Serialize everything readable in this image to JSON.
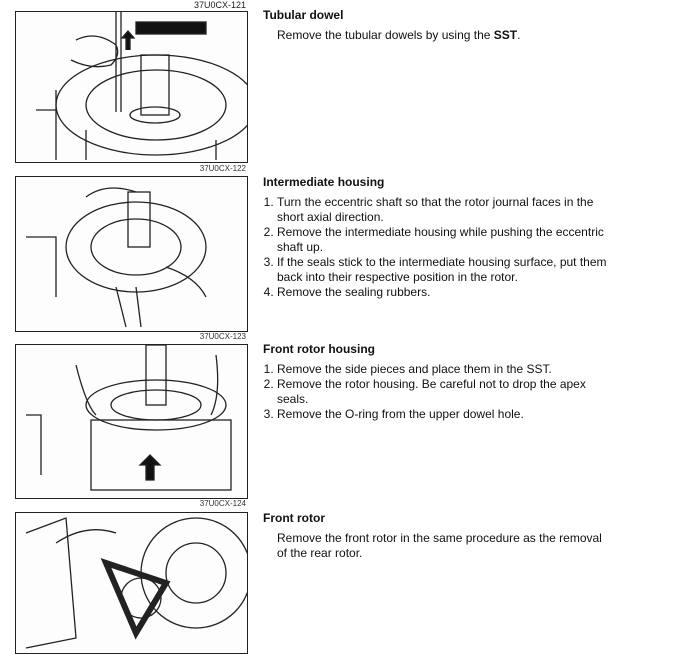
{
  "figures": [
    {
      "caption": "37U0CX-121"
    },
    {
      "caption": "37U0CX-122"
    },
    {
      "caption": "37U0CX-123"
    },
    {
      "caption": "37U0CX-124"
    }
  ],
  "sections": [
    {
      "title": "Tubular dowel",
      "text_pre": "Remove the tubular dowels by using the ",
      "text_bold": "SST",
      "text_post": "."
    },
    {
      "title": "Intermediate housing",
      "items": [
        "Turn the eccentric shaft so that the rotor journal faces in the short axial direction.",
        "Remove the intermediate housing while pushing the eccentric shaft up.",
        "If the seals stick to the intermediate housing surface, put them back into their respective position in the rotor.",
        "Remove the sealing rubbers."
      ]
    },
    {
      "title": "Front rotor housing",
      "items": [
        "Remove the side pieces and place them in the SST.",
        "Remove the rotor housing. Be careful not to drop the apex seals.",
        "Remove the O-ring from the upper dowel hole."
      ]
    },
    {
      "title": "Front rotor",
      "text": "Remove the front rotor in the same procedure as the removal of the rear rotor."
    }
  ]
}
